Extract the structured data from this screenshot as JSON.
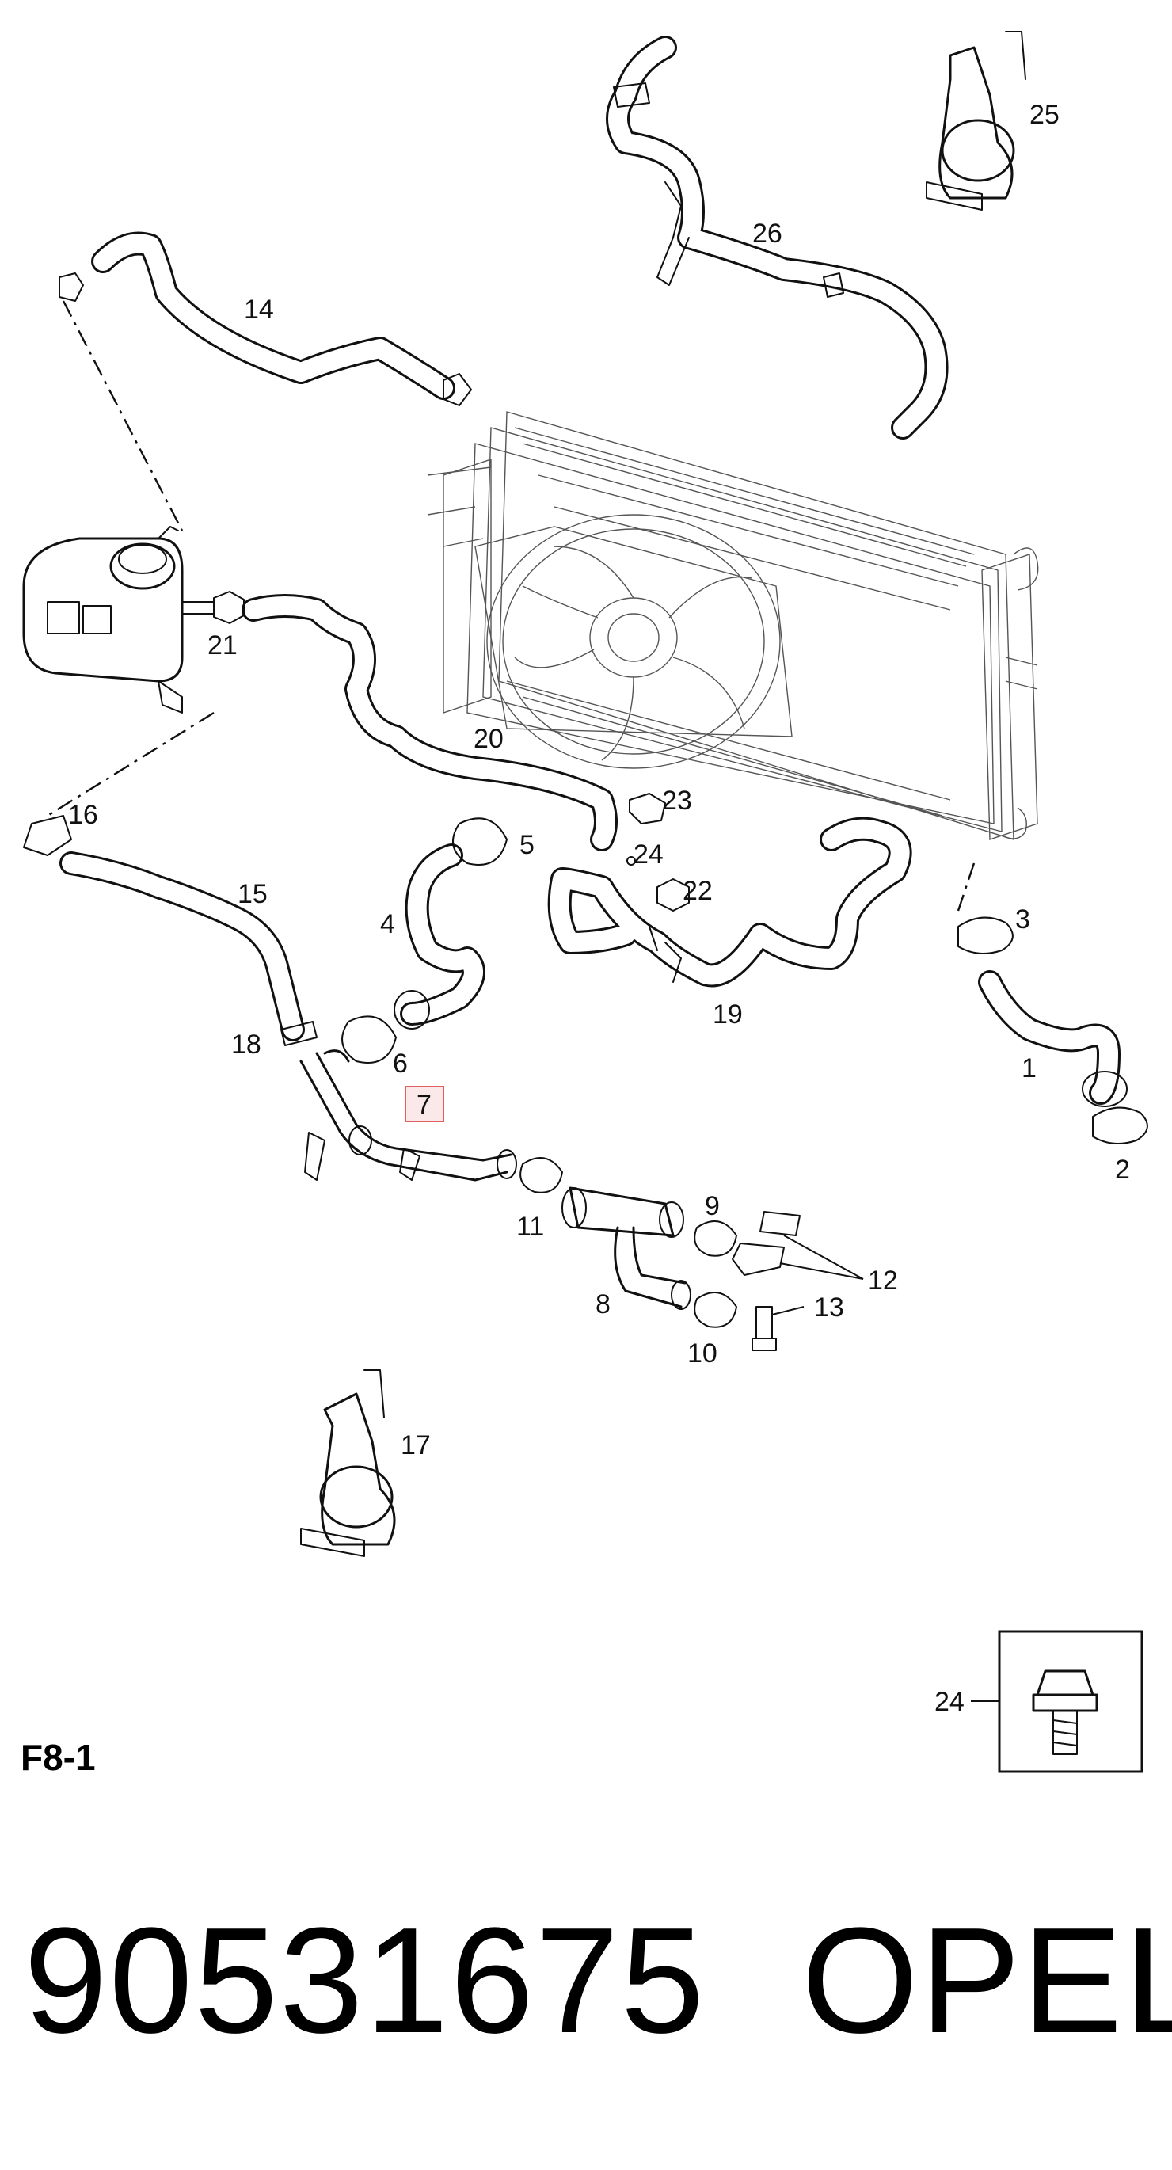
{
  "figure_code": "F8-1",
  "part_number": "90531675",
  "brand": "OPEL",
  "highlighted_callout": "7",
  "highlight_color": "#e06060",
  "callouts": {
    "c1": "1",
    "c2": "2",
    "c3": "3",
    "c4": "4",
    "c5": "5",
    "c6": "6",
    "c7": "7",
    "c8": "8",
    "c9": "9",
    "c10": "10",
    "c11": "11",
    "c12": "12",
    "c13": "13",
    "c14": "14",
    "c15": "15",
    "c16": "16",
    "c17": "17",
    "c18": "18",
    "c19": "19",
    "c20": "20",
    "c21": "21",
    "c22": "22",
    "c23": "23",
    "c24": "24",
    "c25": "25",
    "c26": "26",
    "c24_detail": "24"
  }
}
